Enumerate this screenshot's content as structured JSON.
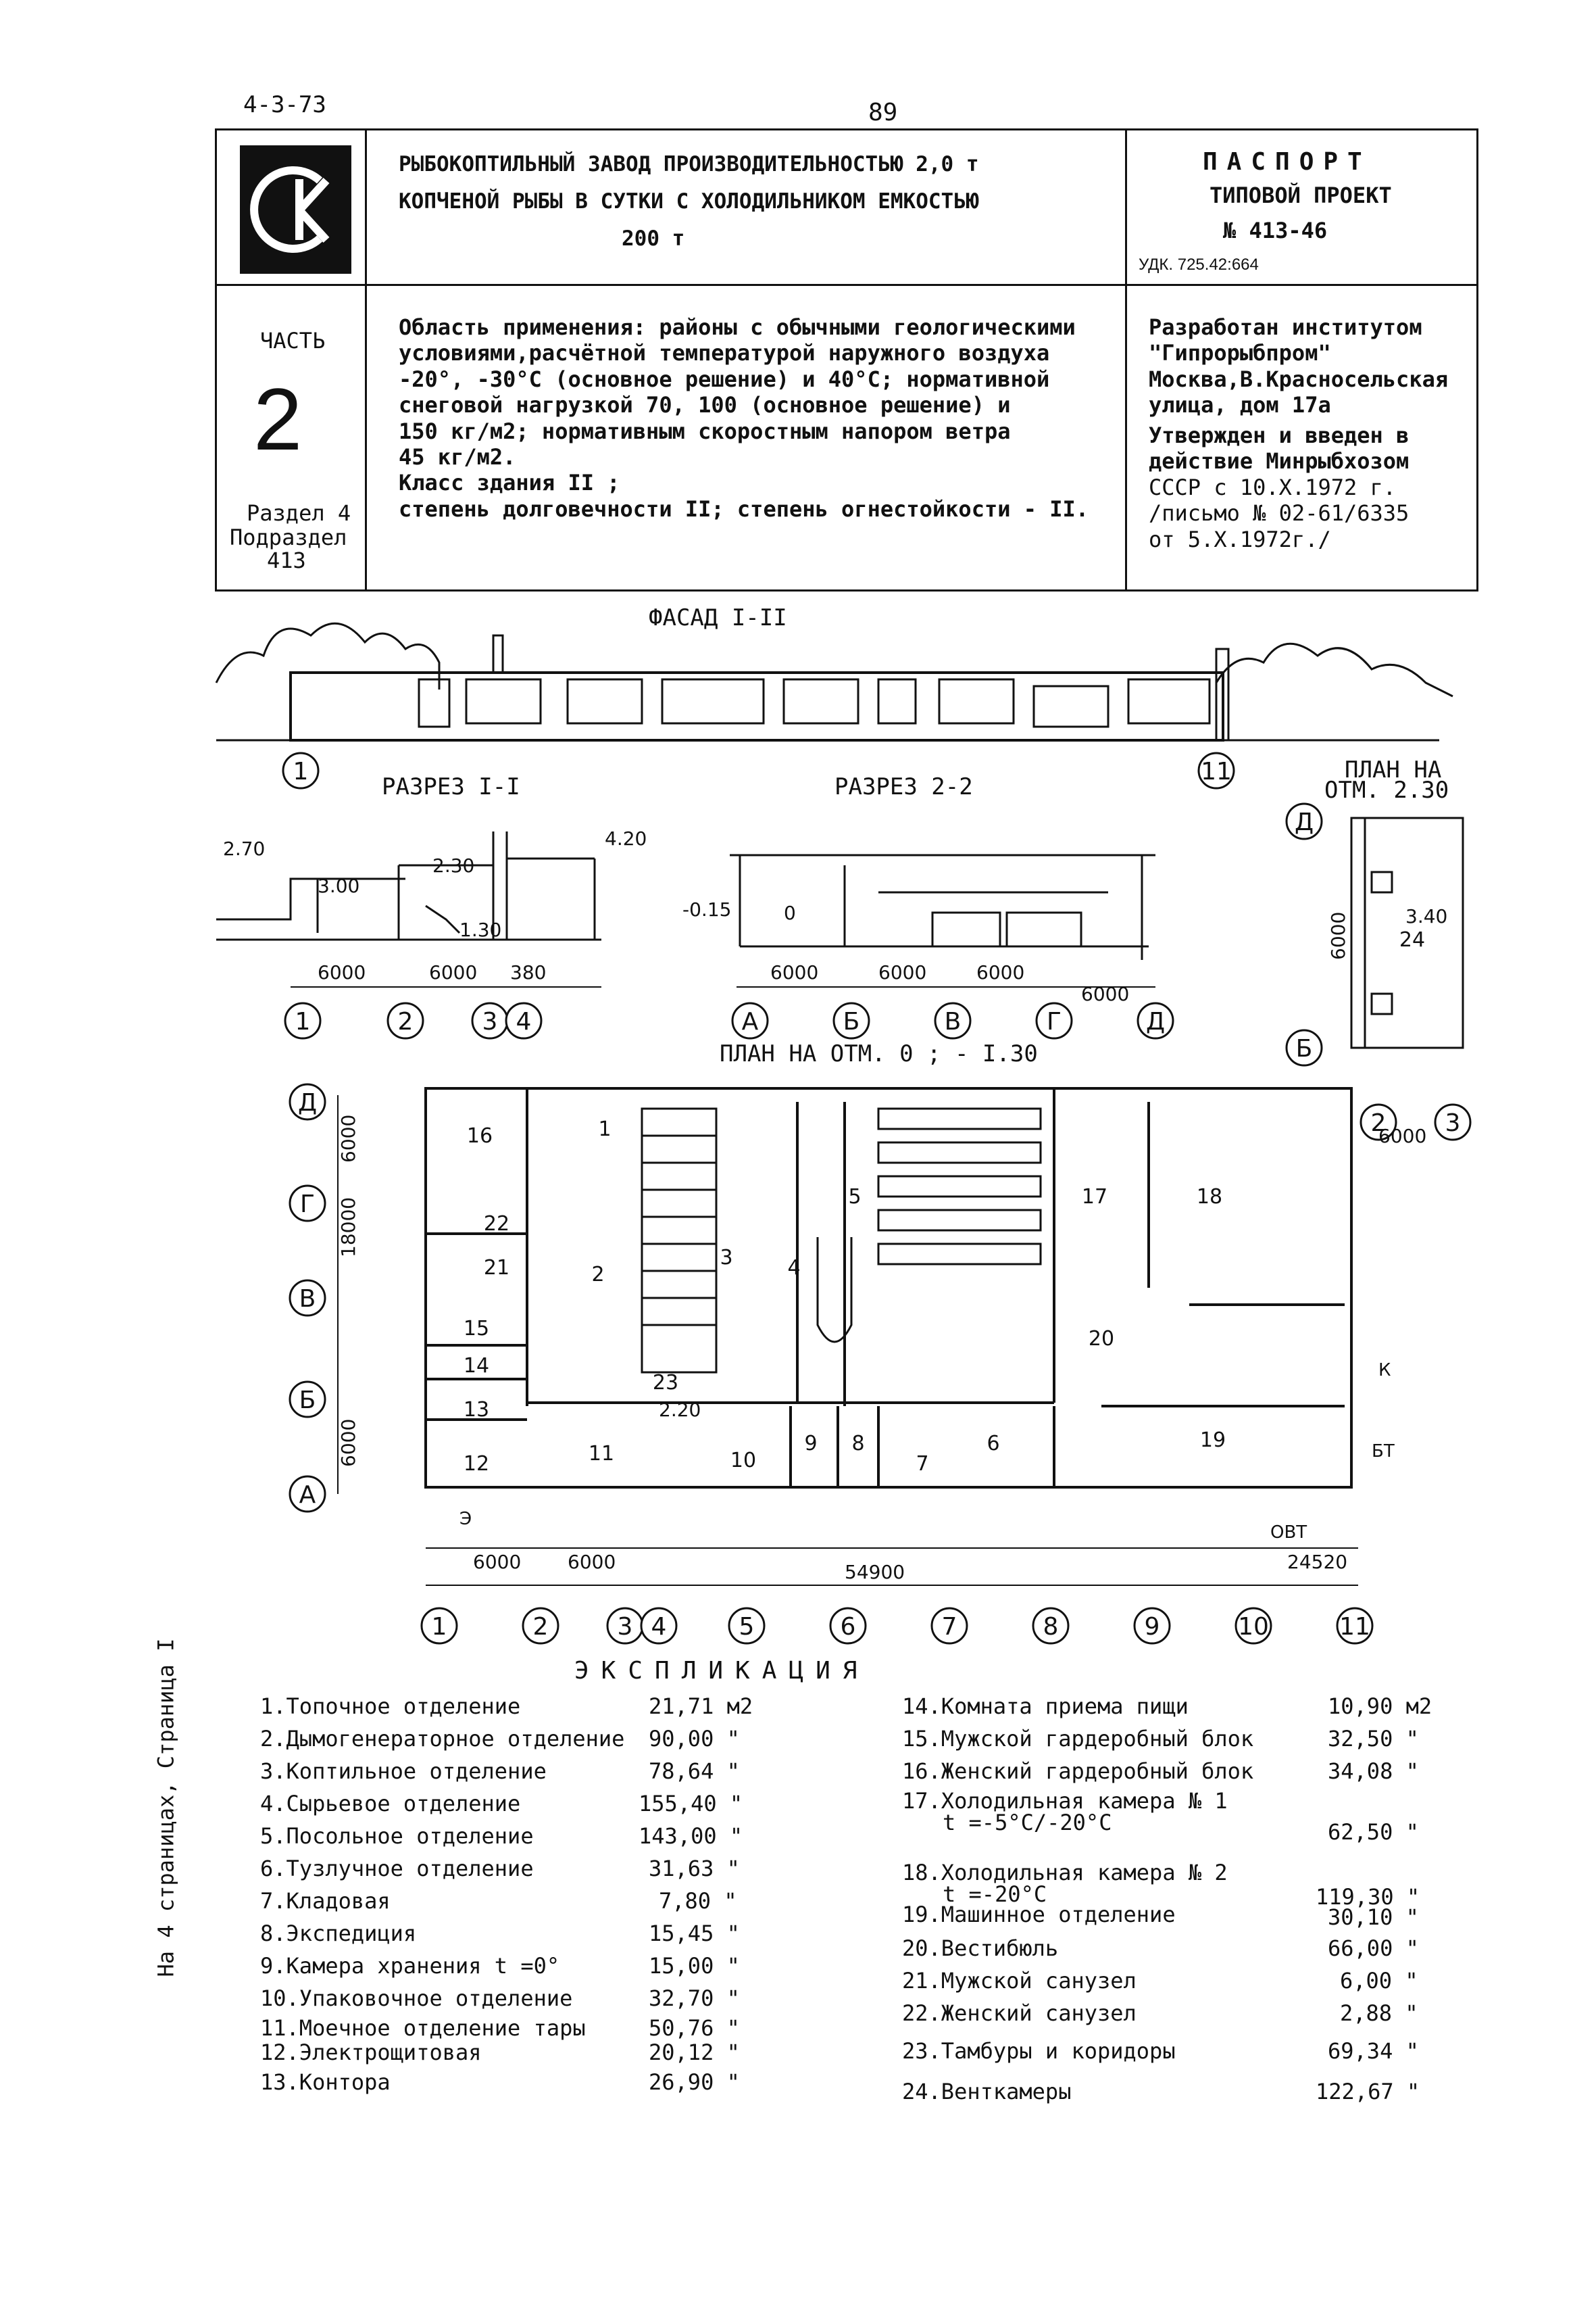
{
  "corner_code": "4-3-73",
  "page_number": "89",
  "header": {
    "title_lines": [
      "РЫБОКОПТИЛЬНЫЙ ЗАВОД ПРОИЗВОДИТЕЛЬНОСТЬЮ 2,0 т",
      "КОПЧЕНОЙ РЫБЫ В СУТКИ С ХОЛОДИЛЬНИКОМ ЕМКОСТЬЮ",
      "200 т"
    ],
    "passport_title": "ПАСПОРТ",
    "project_type": "ТИПОВОЙ ПРОЕКТ",
    "project_number": "№ 413-46",
    "udk": "УДК. 725.42:664"
  },
  "part": {
    "label": "ЧАСТЬ",
    "number": "2",
    "section": "Раздел 4",
    "subsection_label": "Подраздел",
    "subsection_number": "413"
  },
  "description_lines": [
    "Область применения: районы с обычными геологическими",
    "условиями,расчётной температурой наружного воздуха",
    "-20°, -30°С (основное решение) и 40°С;  нормативной",
    "снеговой нагрузкой 70, 100 (основное решение)  и",
    "150 кг/м2;  нормативным скоростным напором ветра",
    "45 кг/м2.",
    "Класс здания II ;",
    "степень долговечности II; степень огнестойкости - II."
  ],
  "developer_lines": [
    "Разработан институтом",
    "\"Гипрорыбпром\"",
    "Москва,В.Красносельская",
    "улица, дом 17а"
  ],
  "approval_lines": [
    "Утвержден и введен в",
    "действие Минрыбхозом",
    "СССР с 10.X.1972 г.",
    "/письмо № 02-61/6335",
    "от 5.X.1972г./"
  ],
  "drawings": {
    "facade_title": "ФАСАД I-II",
    "section1_title": "РАЗРЕЗ I-I",
    "section2_title": "РАЗРЕЗ 2-2",
    "plan_small_title": "ПЛАН НА",
    "plan_small_title2": "ОТМ. 2.30",
    "plan_main_title": "ПЛАН НА ОТМ.   0  ;  - I.30",
    "total_dim": "54900",
    "dims": [
      "6000",
      "6000",
      "380",
      "6000",
      "6000",
      "6000",
      "6000",
      "6000",
      "6000",
      "24520",
      "18000",
      "6000",
      "2.30",
      "2.70",
      "3.00",
      "4.20",
      "1.30",
      "-0.15",
      "0",
      "3.40",
      "2.20"
    ],
    "axes_numbers": [
      "1",
      "2",
      "3",
      "4",
      "5",
      "6",
      "7",
      "8",
      "9",
      "10",
      "11"
    ],
    "axes_letters": [
      "А",
      "Б",
      "В",
      "Г",
      "Д"
    ],
    "room_numbers": [
      "16",
      "22",
      "21",
      "15",
      "14",
      "13",
      "12",
      "11",
      "23",
      "2",
      "1",
      "3",
      "4",
      "5",
      "10",
      "9",
      "8",
      "7",
      "6",
      "17",
      "18",
      "20",
      "19",
      "24"
    ],
    "marks": [
      "К",
      "Э",
      "БТ",
      "ОВТ"
    ]
  },
  "explication": {
    "title": "ЭКСПЛИКАЦИЯ",
    "left": [
      {
        "label": "1.Топочное отделение",
        "value": "21,71 м2"
      },
      {
        "label": "2.Дымогенераторное отделение",
        "value": "90,00 \""
      },
      {
        "label": "3.Коптильное отделение",
        "value": "78,64 \""
      },
      {
        "label": "4.Сырьевое отделение",
        "value": "155,40 \""
      },
      {
        "label": "5.Посольное отделение",
        "value": "143,00 \""
      },
      {
        "label": "6.Тузлучное отделение",
        "value": "31,63 \""
      },
      {
        "label": "7.Кладовая",
        "value": "7,80 \""
      },
      {
        "label": "8.Экспедиция",
        "value": "15,45 \""
      },
      {
        "label": "9.Камера хранения   t =0°",
        "value": "15,00 \""
      },
      {
        "label": "10.Упаковочное отделение",
        "value": "32,70 \""
      },
      {
        "label": "11.Моечное отделение тары",
        "value": "50,76 \""
      },
      {
        "label": "12.Электрощитовая",
        "value": "20,12 \""
      },
      {
        "label": "13.Контора",
        "value": "26,90 \""
      }
    ],
    "right": [
      {
        "label": "14.Комната приема пищи",
        "value": "10,90 м2"
      },
      {
        "label": "15.Мужской гардеробный блок",
        "value": "32,50 \""
      },
      {
        "label": "16.Женский гардеробный блок",
        "value": "34,08 \""
      },
      {
        "label": "17.Холодильная камера № 1",
        "sub": "t =-5°С/-20°С",
        "value": "62,50 \""
      },
      {
        "label": "18.Холодильная камера № 2",
        "sub": "t =-20°С",
        "value": "119,30 \""
      },
      {
        "label": "19.Машинное отделение",
        "value": "30,10 \""
      },
      {
        "label": "20.Вестибюль",
        "value": "66,00 \""
      },
      {
        "label": "21.Мужской санузел",
        "value": "6,00 \""
      },
      {
        "label": "22.Женский санузел",
        "value": "2,88 \""
      },
      {
        "label": "23.Тамбуры и коридоры",
        "value": "69,34 \""
      },
      {
        "label": "24.Венткамеры",
        "value": "122,67 \""
      }
    ]
  },
  "side_note": "На 4 страницах,   Страница I"
}
